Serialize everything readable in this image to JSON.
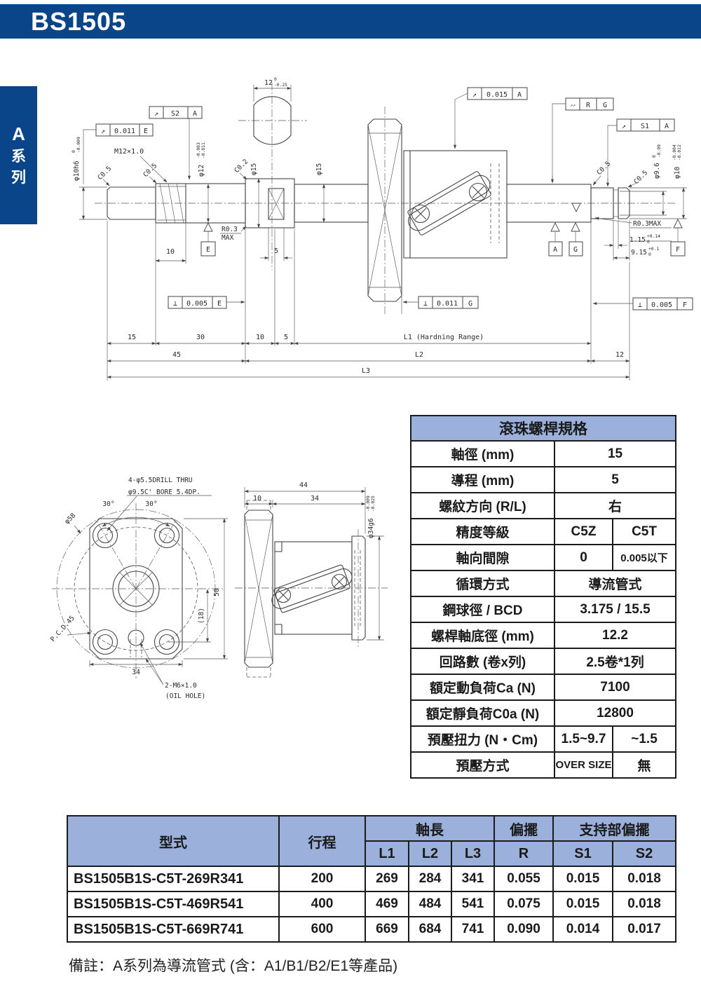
{
  "colors": {
    "header_blue": "#0B4589",
    "table_header_blue": "#9BB0DB"
  },
  "page": {
    "title": "BS1505",
    "series_tab": {
      "letter": "A",
      "word1": "系",
      "word2": "列"
    },
    "note": "備註：A系列為導流管式 (含：A1/B1/B2/E1等產品)"
  },
  "drawing": {
    "main": {
      "dim_flat": {
        "v": "12",
        "tu": "0",
        "tl": "-0.25"
      },
      "gdt": {
        "s2": {
          "sym": "↗",
          "v": "S2",
          "d": "A"
        },
        "e011": {
          "sym": "↗",
          "v": "0.011",
          "d": "E"
        },
        "a0015": {
          "sym": "↗",
          "v": "0.015",
          "d": "A"
        },
        "rg": {
          "sym": "↗↗",
          "v": "R",
          "d": "G"
        },
        "s1": {
          "sym": "↗",
          "v": "S1",
          "d": "A"
        },
        "perp_e": {
          "sym": "⊥",
          "v": "0.005",
          "d": "E"
        },
        "perp_g": {
          "sym": "⊥",
          "v": "0.011",
          "d": "G"
        },
        "perp_f": {
          "sym": "⊥",
          "v": "0.005",
          "d": "F"
        }
      },
      "labels": {
        "d10h6": {
          "v": "φ10h6",
          "tu": "0",
          "tl": "-0.009"
        },
        "m12": "M12×1.0",
        "c05": "C0.5",
        "c02": "C0.2",
        "d12": {
          "v": "φ12",
          "tu": "-0.003",
          "tl": "-0.011"
        },
        "d15": "φ15",
        "d96": {
          "v": "φ9.6",
          "tu": "0",
          "tl": "-0.09"
        },
        "d10r": {
          "v": "φ10",
          "tu": "-0.004",
          "tl": "-0.012"
        },
        "r03_1": "R0.3",
        "r03_2": "MAX",
        "r03max": "R0.3MAX",
        "g115": {
          "v": "1.15",
          "tu": "+0.14",
          "tl": "0"
        },
        "g915": {
          "v": "9.15",
          "tu": "+0.1",
          "tl": "0"
        }
      },
      "datums": {
        "e": "E",
        "a": "A",
        "g": "G",
        "f": "F"
      },
      "dims": {
        "d10": "10",
        "d5": "5",
        "r15": "15",
        "r30": "30",
        "r10": "10",
        "r5": "5",
        "l1": "L1 (Hardning Range)",
        "r45": "45",
        "l2": "L2",
        "r12": "12",
        "l3": "L3"
      }
    },
    "flange": {
      "note1": "4-φ5.5DRILL THRU",
      "note2": "φ9.5C' BORE 5.4DP.",
      "ang": "30°",
      "d58": "φ58",
      "pcd": "P.C.D.45",
      "d18": "(18)",
      "d50": "50",
      "d34": "34",
      "oil1": "2-M6×1.0",
      "oil2": "(OIL HOLE)"
    },
    "side": {
      "d44": "44",
      "d10": "10",
      "d34": "34",
      "d34g6": {
        "v": "φ34g6",
        "tu": "-0.009",
        "tl": "-0.025"
      }
    }
  },
  "spec_table": {
    "title": "滾珠螺桿規格",
    "rows": [
      {
        "label": "軸徑 (mm)",
        "value": "15"
      },
      {
        "label": "導程 (mm)",
        "value": "5"
      },
      {
        "label": "螺紋方向 (R/L)",
        "value": "右"
      },
      {
        "label": "精度等級",
        "a": "C5Z",
        "b": "C5T"
      },
      {
        "label": "軸向間隙",
        "a": "0",
        "b": "0.005以下"
      },
      {
        "label": "循環方式",
        "value": "導流管式"
      },
      {
        "label": "鋼球徑 / BCD",
        "value": "3.175 / 15.5"
      },
      {
        "label": "螺桿軸底徑 (mm)",
        "value": "12.2"
      },
      {
        "label": "回路數 (卷x列)",
        "value": "2.5卷*1列"
      },
      {
        "label": "額定動負荷Ca (N)",
        "value": "7100"
      },
      {
        "label": "額定靜負荷C0a (N)",
        "value": "12800"
      },
      {
        "label": "預壓扭力 (N・Cm)",
        "a": "1.5~9.7",
        "b": "~1.5"
      },
      {
        "label": "預壓方式",
        "a": "OVER SIZE",
        "b": "無"
      }
    ]
  },
  "model_table": {
    "h_model": "型式",
    "h_stroke": "行程",
    "h_axis_len": "軸長",
    "h_runout": "偏擺",
    "h_support": "支持部偏擺",
    "sub": [
      "L1",
      "L2",
      "L3",
      "R",
      "S1",
      "S2"
    ],
    "rows": [
      {
        "model": "BS1505B1S-C5T-269R341",
        "stroke": "200",
        "l1": "269",
        "l2": "284",
        "l3": "341",
        "r": "0.055",
        "s1": "0.015",
        "s2": "0.018"
      },
      {
        "model": "BS1505B1S-C5T-469R541",
        "stroke": "400",
        "l1": "469",
        "l2": "484",
        "l3": "541",
        "r": "0.075",
        "s1": "0.015",
        "s2": "0.018"
      },
      {
        "model": "BS1505B1S-C5T-669R741",
        "stroke": "600",
        "l1": "669",
        "l2": "684",
        "l3": "741",
        "r": "0.090",
        "s1": "0.014",
        "s2": "0.017"
      }
    ]
  }
}
